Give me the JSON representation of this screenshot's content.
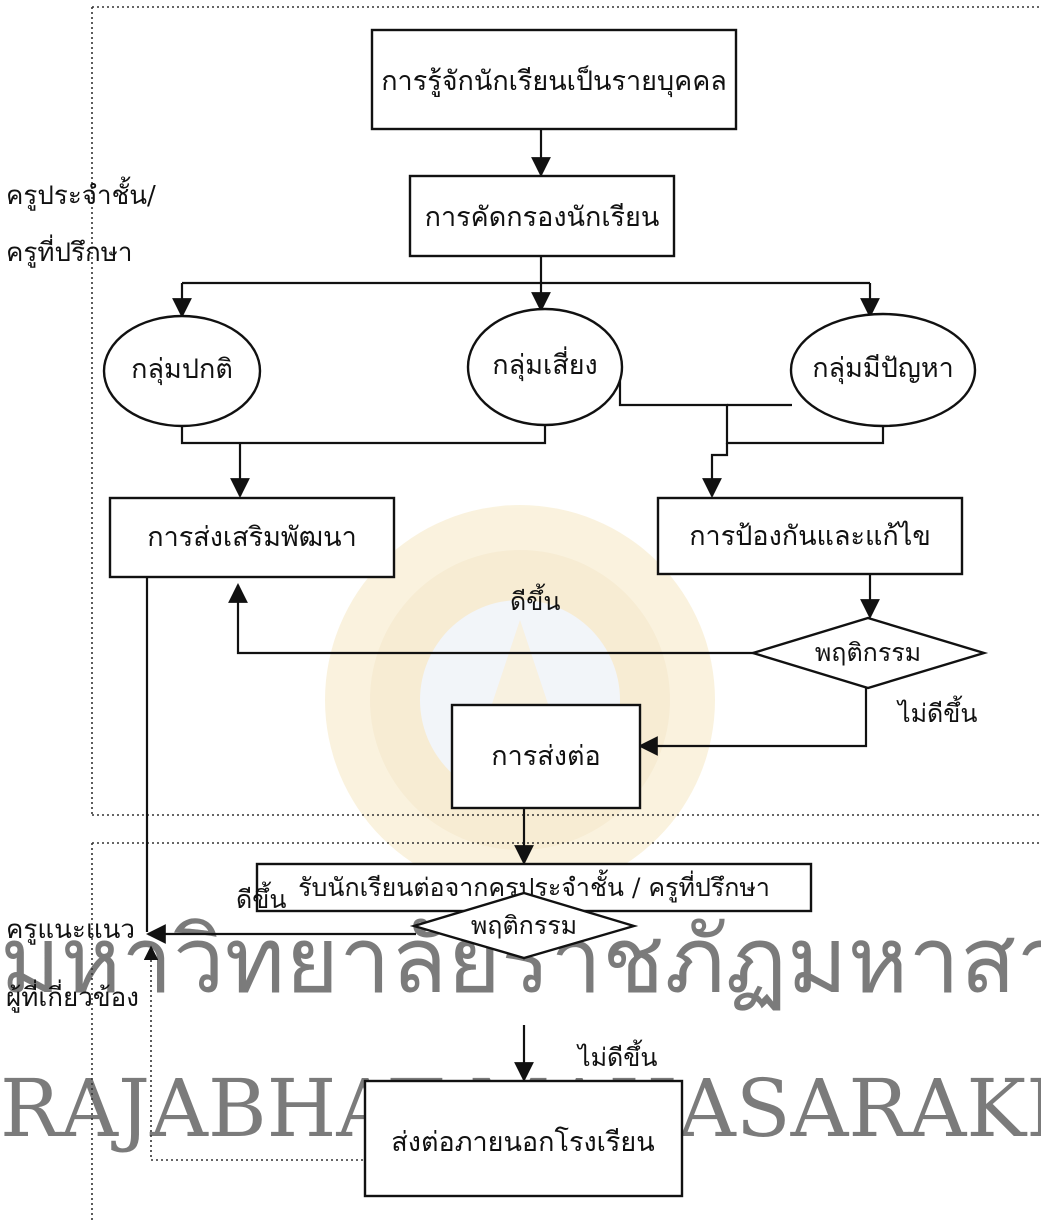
{
  "side_labels": {
    "top_line1": "ครูประจำชั้น/",
    "top_line2": "ครูที่ปรึกษา",
    "bottom_line1": "ครูแนะแนว",
    "bottom_line2": "ผู้ที่เกี่ยวข้อง"
  },
  "nodes": {
    "know_individual": "การรู้จักนักเรียนเป็นรายบุคคล",
    "screening": "การคัดกรองนักเรียน",
    "group_normal": "กลุ่มปกติ",
    "group_risk": "กลุ่มเสี่ยง",
    "group_problem": "กลุ่มมีปัญหา",
    "promote": "การส่งเสริมพัฒนา",
    "prevent_fix": "การป้องกันและแก้ไข",
    "behavior_1": "พฤติกรรม",
    "refer": "การส่งต่อ",
    "receive": "รับนักเรียนต่อจากครูประจำชั้น / ครูที่ปรึกษา",
    "behavior_2": "พฤติกรรม",
    "refer_outside": "ส่งต่อภายนอกโรงเรียน"
  },
  "edge_labels": {
    "better_1": "ดีขึ้น",
    "not_better_1": "ไม่ดีขึ้น",
    "better_2": "ดีขึ้น",
    "not_better_2": "ไม่ดีขึ้น"
  },
  "watermark": {
    "thai": "มหาวิทยาลัยราชภัฏมหาสารคาม",
    "english": "RAJABHAT MAHASARAKHAM UNIVERSITY"
  }
}
